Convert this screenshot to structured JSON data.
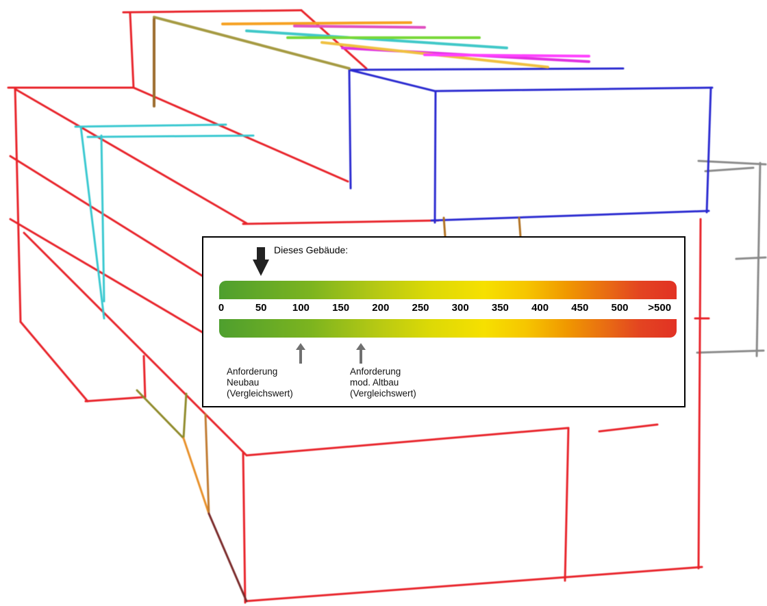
{
  "panel": {
    "building_label": "Dieses Gebäude:",
    "building_value": 50,
    "scale_ticks": [
      "0",
      "50",
      "100",
      "150",
      "200",
      "250",
      "300",
      "350",
      "400",
      "450",
      "500",
      ">500"
    ],
    "requirements": [
      {
        "label": "Anforderung\nNeubau\n(Vergleichswert)",
        "value": 100
      },
      {
        "label": "Anforderung\nmod. Altbau\n(Vergleichswert)",
        "value": 175
      }
    ]
  },
  "colors": {
    "scale_start": "#4e9f2e",
    "scale_mid": "#f6e000",
    "scale_end": "#e23224",
    "marker_building": "#222222",
    "marker_requirement": "#707070"
  }
}
